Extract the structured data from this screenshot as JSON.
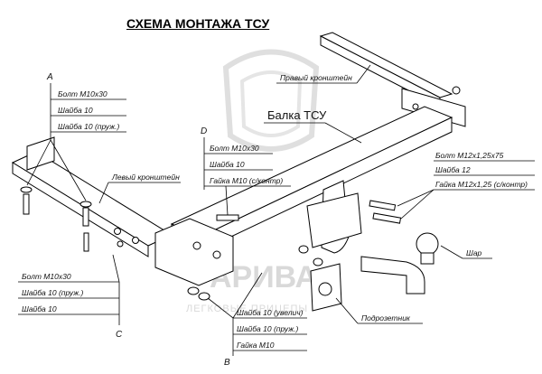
{
  "title": "СХЕМА МОНТАЖА ТСУ",
  "watermark": {
    "brand": "АРИВА",
    "tagline": "ЛЕГКОВЫЕ ПРИЦЕПЫ"
  },
  "markers": {
    "a": "A",
    "b": "B",
    "c": "C",
    "d": "D"
  },
  "group_a": [
    "Болт М10х30",
    "Шайба 10",
    "Шайба 10 (пруж.)"
  ],
  "group_c": [
    "Болт М10х30",
    "Шайба 10 (пруж.)",
    "Шайба 10"
  ],
  "group_d": [
    "Болт М10х30",
    "Шайба 10",
    "Гайка М10 (с/контр)"
  ],
  "group_b": [
    "Шайба 10 (увелич)",
    "Шайба 10 (пруж.)",
    "Гайка М10"
  ],
  "group_right": [
    "Болт М12х1,25х75",
    "Шайба 12",
    "Гайка М12х1,25 (с/контр)"
  ],
  "parts": {
    "right_bracket": "Правый кронштейн",
    "left_bracket": "Левый кронштейн",
    "beam": "Балка ТСУ",
    "ball": "Шар",
    "socket_plate": "Подрозетник"
  }
}
